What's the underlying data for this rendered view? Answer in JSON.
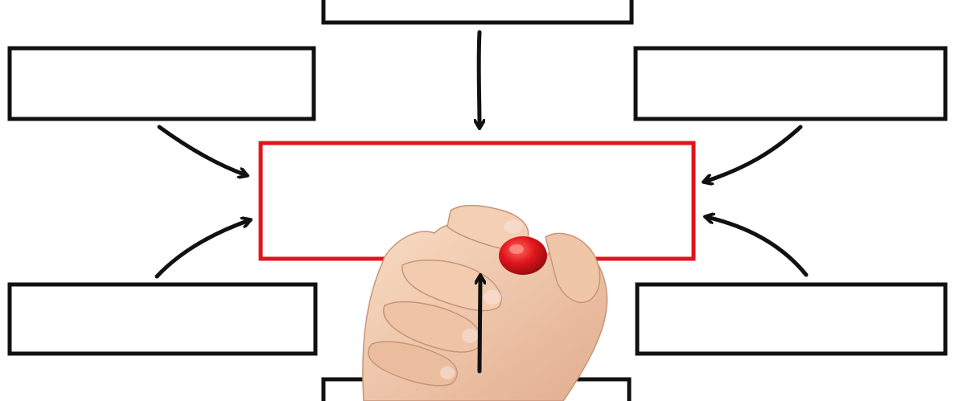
{
  "scene": {
    "description_free": true,
    "colors": {
      "background": "#ffffff",
      "ink": "#111111",
      "highlight": "#e0151b",
      "skin": "#f2c9ad",
      "skin_shadow": "#d9a487",
      "marker_cap": "#d41418"
    },
    "boxes": [
      {
        "id": "top",
        "label": ""
      },
      {
        "id": "top-left",
        "label": ""
      },
      {
        "id": "top-right",
        "label": ""
      },
      {
        "id": "center",
        "label": ""
      },
      {
        "id": "bottom-left",
        "label": ""
      },
      {
        "id": "bottom-right",
        "label": ""
      },
      {
        "id": "bottom",
        "label": ""
      }
    ],
    "icons": [
      "hand-with-marker-icon",
      "arrow-icon"
    ]
  }
}
